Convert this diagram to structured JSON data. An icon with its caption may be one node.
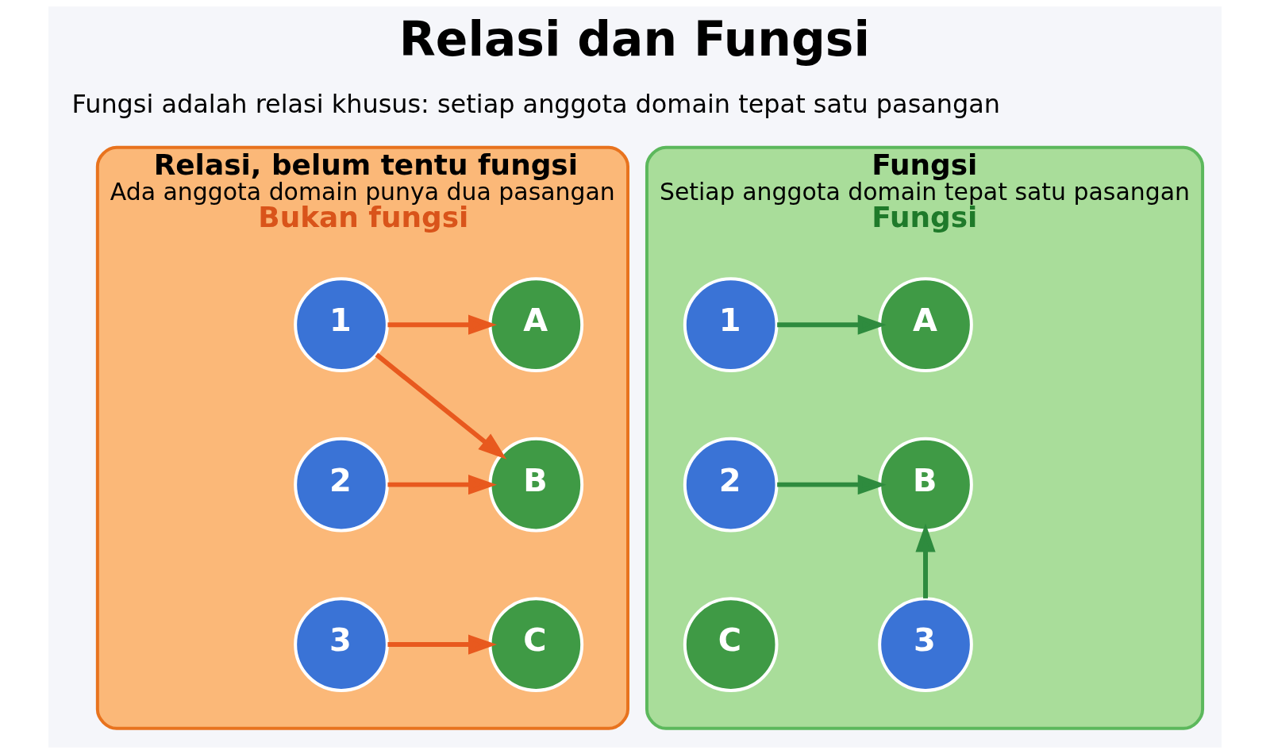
{
  "diagram": {
    "title": "Relasi dan Fungsi",
    "nodes": [
      {
        "text": [
          "Relasi, belum tentu fungsi",
          "Ada anggota domain punya dua pasangan",
          "Bukan fungsi"
        ]
      },
      {
        "text": [
          "1"
        ],
        "in": 0
      },
      {
        "text": [
          "2"
        ],
        "in": 0
      },
      {
        "text": [
          "3"
        ],
        "in": 0
      },
      {
        "text": [
          "A"
        ],
        "in": 0
      },
      {
        "text": [
          "B"
        ],
        "in": 0
      },
      {
        "text": [
          "C"
        ],
        "in": 0
      },
      {
        "text": [
          "Fungsi",
          "Setiap anggota domain tepat satu pasangan",
          "Fungsi"
        ]
      },
      {
        "text": [
          "1"
        ],
        "in": 7
      },
      {
        "text": [
          "2"
        ],
        "in": 7
      },
      {
        "text": [
          "3"
        ],
        "in": 7
      },
      {
        "text": [
          "A"
        ],
        "in": 7
      },
      {
        "text": [
          "B"
        ],
        "in": 7
      },
      {
        "text": [
          "C"
        ],
        "in": 7
      }
    ],
    "edges": [
      {
        "from": 1,
        "to": 4,
        "arrow": "to"
      },
      {
        "from": 1,
        "to": 5,
        "arrow": "to"
      },
      {
        "from": 2,
        "to": 5,
        "arrow": "to"
      },
      {
        "from": 3,
        "to": 6,
        "arrow": "to"
      },
      {
        "from": 8,
        "to": 11,
        "arrow": "to",
        "color": "#2e8b3e"
      },
      {
        "from": 9,
        "to": 12,
        "arrow": "to",
        "color": "#2e8b3e"
      },
      {
        "from": 10,
        "to": 12,
        "arrow": "to",
        "color": "#2e8b3e"
      }
    ],
    "labels": [
      "Fungsi adalah relasi khusus: setiap anggota domain tepat satu pasangan"
    ]
  }
}
